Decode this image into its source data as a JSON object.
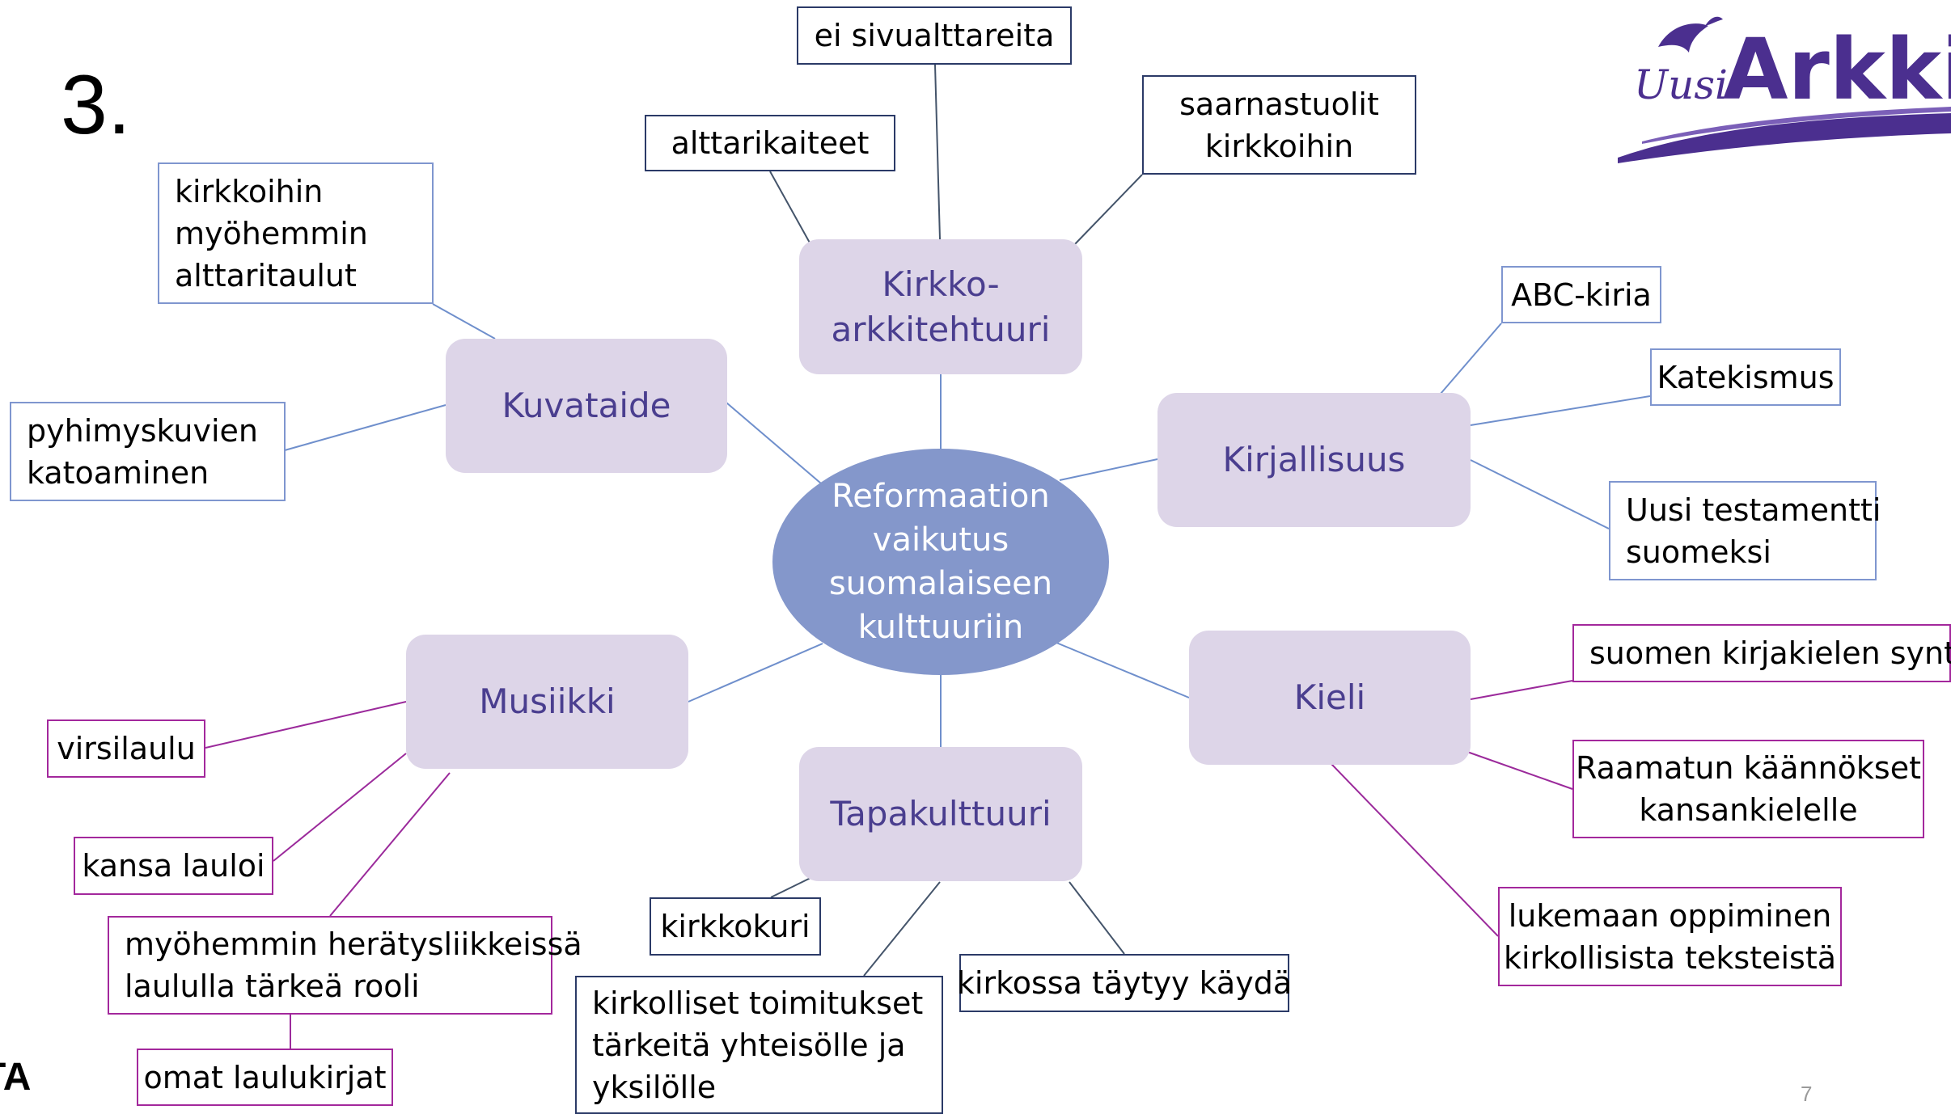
{
  "slide": {
    "number_label": "3.",
    "page_number": "7",
    "edge_fragment": "TA",
    "logo": {
      "script_word": "Uusi",
      "main_word": "Arkki",
      "icon": "dove-icon",
      "color": "#4b2f8f"
    }
  },
  "colors": {
    "hub_fill": "#8497cb",
    "category_fill": "#ddd5e8",
    "category_text": "#4a3e8f",
    "line_blue": "#6f8fcc",
    "line_purple": "#9b2a9b",
    "border_blue": "#7f96cf",
    "border_navy": "#2b3a67",
    "border_purple": "#a3289c"
  },
  "diagram": {
    "center": {
      "lines": [
        "Reformaation",
        "vaikutus",
        "suomalaiseen",
        "kulttuuriin"
      ]
    },
    "categories": {
      "kirkkoarkkitehtuuri": {
        "lines": [
          "Kirkko-",
          "arkkitehtuuri"
        ]
      },
      "kuvataide": {
        "lines": [
          "Kuvataide"
        ]
      },
      "kirjallisuus": {
        "lines": [
          "Kirjallisuus"
        ]
      },
      "musiikki": {
        "lines": [
          "Musiikki"
        ]
      },
      "kieli": {
        "lines": [
          "Kieli"
        ]
      },
      "tapakulttuuri": {
        "lines": [
          "Tapakulttuuri"
        ]
      }
    },
    "notes": {
      "sivualttareita": {
        "lines": [
          "ei sivualttareita"
        ]
      },
      "alttarikaiteet": {
        "lines": [
          "alttarikaiteet"
        ]
      },
      "saarnastuolit": {
        "lines": [
          "saarnastuolit",
          "kirkkoihin"
        ]
      },
      "alttaritaulut": {
        "lines": [
          "kirkkoihin",
          "myöhemmin",
          "alttaritaulut"
        ]
      },
      "pyhimyskuvien": {
        "lines": [
          "pyhimyskuvien",
          "katoaminen"
        ]
      },
      "abc_kiria": {
        "lines": [
          "ABC-kiria"
        ]
      },
      "katekismus": {
        "lines": [
          "Katekismus"
        ]
      },
      "uusi_testamentti": {
        "lines": [
          "Uusi testamentti",
          "suomeksi"
        ]
      },
      "kirjakielen_synty": {
        "lines": [
          "suomen kirjakielen synty"
        ]
      },
      "raamatun_kaannokset": {
        "lines": [
          "Raamatun käännökset",
          "kansankielelle"
        ]
      },
      "lukemaan_oppiminen": {
        "lines": [
          "lukemaan oppiminen",
          "kirkollisista teksteistä"
        ]
      },
      "virsilaulu": {
        "lines": [
          "virsilaulu"
        ]
      },
      "kansa_lauloi": {
        "lines": [
          "kansa lauloi"
        ]
      },
      "heratysliikkeissa": {
        "lines": [
          "myöhemmin herätysliikkeissä",
          "laululla tärkeä rooli"
        ]
      },
      "laulukirjat": {
        "lines": [
          "omat laulukirjat"
        ]
      },
      "kirkkokuri": {
        "lines": [
          "kirkkokuri"
        ]
      },
      "toimitukset": {
        "lines": [
          "kirkolliset toimitukset",
          "tärkeitä yhteisölle ja",
          "yksilölle"
        ]
      },
      "kirkossa_kayda": {
        "lines": [
          "kirkossa täytyy käydä"
        ]
      }
    }
  }
}
